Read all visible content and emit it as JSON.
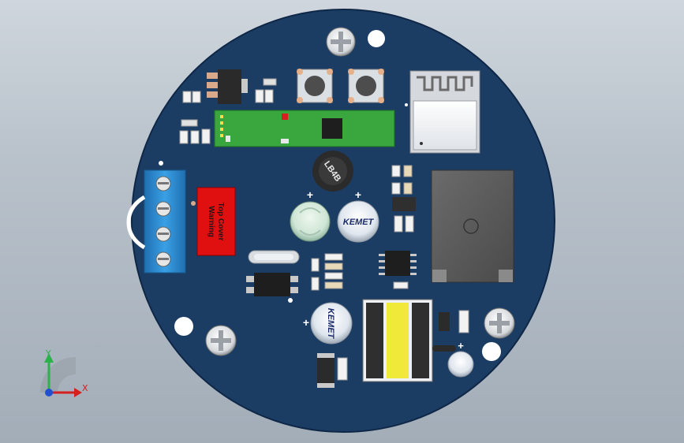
{
  "view": {
    "background_top": "#cfd6dd",
    "background_bottom": "#a3adb8"
  },
  "board": {
    "pcb_color": "#1c3d63",
    "warning_label": {
      "line1": "Top Cover",
      "line2": "Warning",
      "color": "#e01010"
    },
    "capacitor_brand": "KEMET",
    "inductor_marking": "LB4B",
    "polarity_mark": "+",
    "terminal_block_color": "#2f8fd6",
    "module_pcb_color": "#3aa63e"
  },
  "axis_triad": {
    "x_label": "X",
    "y_label": "Y"
  }
}
